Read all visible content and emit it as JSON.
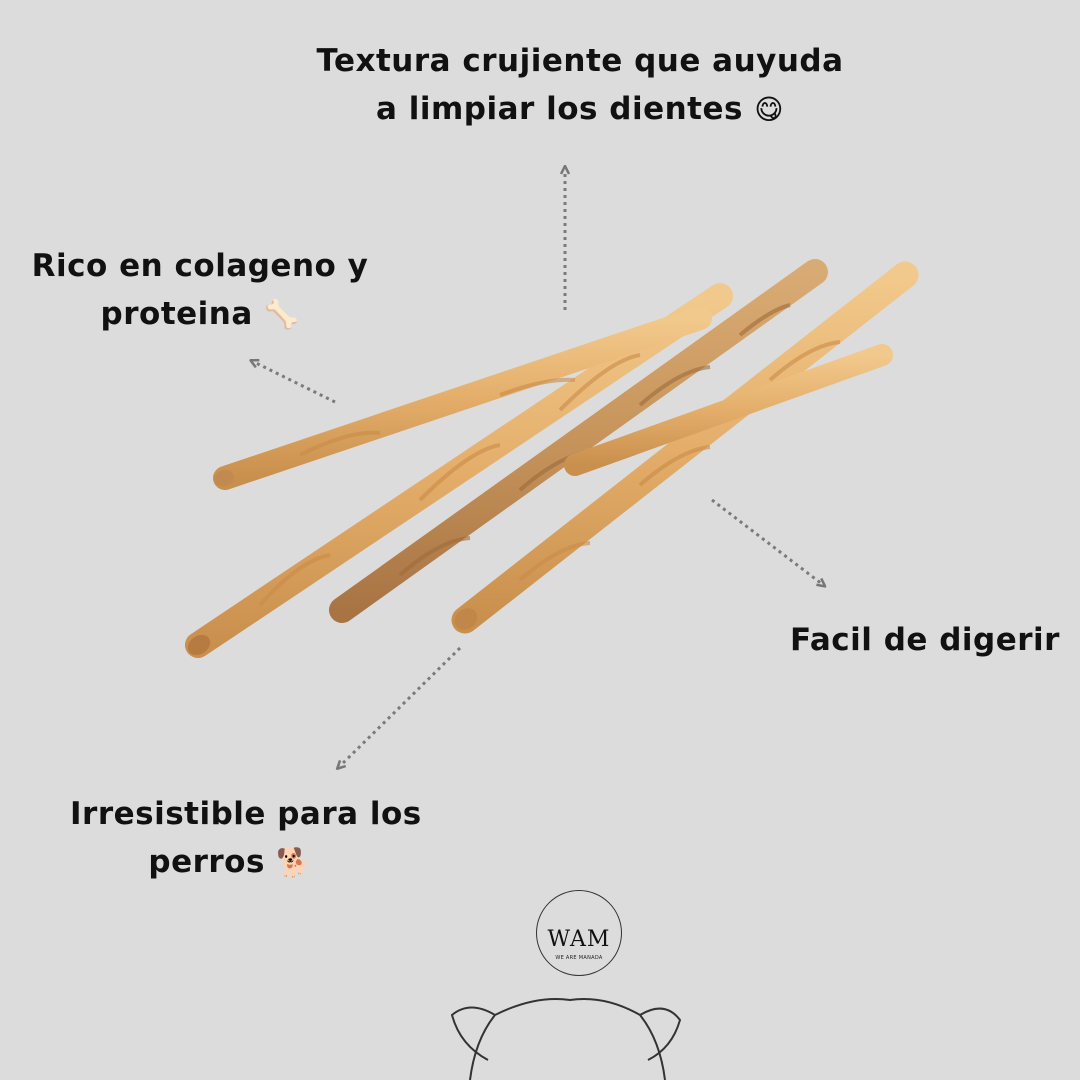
{
  "labels": {
    "top": {
      "line1": "Textura crujiente que auyuda",
      "line2": "a limpiar los dientes",
      "emoji": "😋"
    },
    "left": {
      "line1": "Rico en colageno y",
      "line2": "proteina",
      "emoji": "🦴"
    },
    "right": {
      "line1": "Facil de digerir"
    },
    "bottom": {
      "line1": "Irresistible para los",
      "line2": "perros",
      "emoji": "🐕"
    }
  },
  "logo": {
    "text": "WAM",
    "subtitle": "WE ARE MANADA"
  },
  "colors": {
    "background": "#dcdcdc",
    "text": "#111111",
    "arrow": "#777777",
    "stick_light": "#e8b876",
    "stick_dark": "#c99a63"
  }
}
